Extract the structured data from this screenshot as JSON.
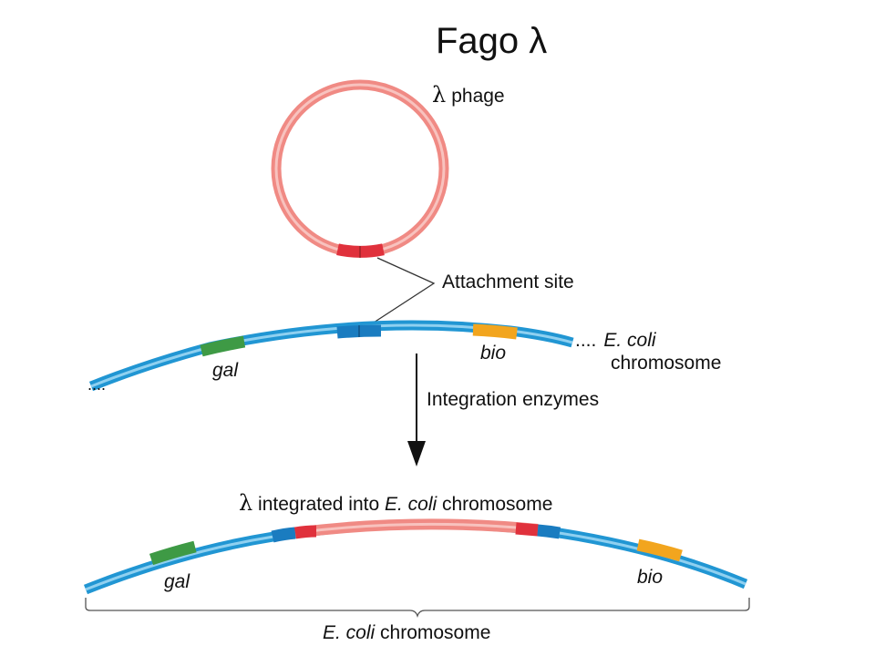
{
  "title": "Fago λ",
  "phage_label": {
    "lambda": "λ",
    "text": "phage"
  },
  "attachment_site_label": "Attachment site",
  "ecoli_label": {
    "dots": "....",
    "italic": "E. coli",
    "line2": "chromosome"
  },
  "left_dots": "....",
  "gal_label": "gal",
  "bio_label": "bio",
  "arrow_label": "Integration enzymes",
  "integrated_label": {
    "lambda": "λ",
    "part1": " integrated into ",
    "italic": "E. coli",
    "part2": " chromosome"
  },
  "gal_label_bottom": "gal",
  "bio_label_bottom": "bio",
  "bottom_label": {
    "italic": "E. coli",
    "text": " chromosome"
  },
  "colors": {
    "phage": "#f08a84",
    "phage_light": "#f8c2be",
    "chromosome": "#2196d3",
    "chromosome_light": "#8fd0f0",
    "attach_red": "#e0313c",
    "attach_blue": "#1a7cc0",
    "gal_green": "#3e9a45",
    "bio_orange": "#f2a51e"
  }
}
